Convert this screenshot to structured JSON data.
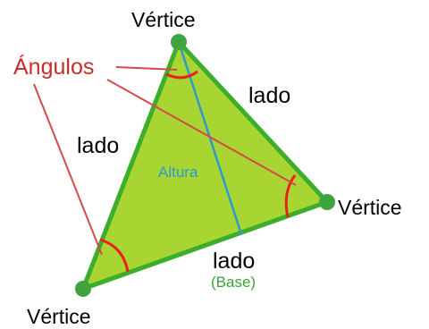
{
  "diagram": {
    "vertex_top": "Vértice",
    "vertex_right": "Vértice",
    "vertex_left": "Vértice",
    "side_left": "lado",
    "side_right": "lado",
    "side_bottom": "lado",
    "base": "(Base)",
    "height": "Altura",
    "angles": "Ángulos"
  },
  "colors": {
    "triangle_fill": "#a8d531",
    "triangle_edge": "#3cae2b",
    "vertex_dot": "#3fa33f",
    "angle_mark": "#e8201a",
    "pointer_line": "#d44a4a",
    "height_line": "#2a9bd1"
  }
}
